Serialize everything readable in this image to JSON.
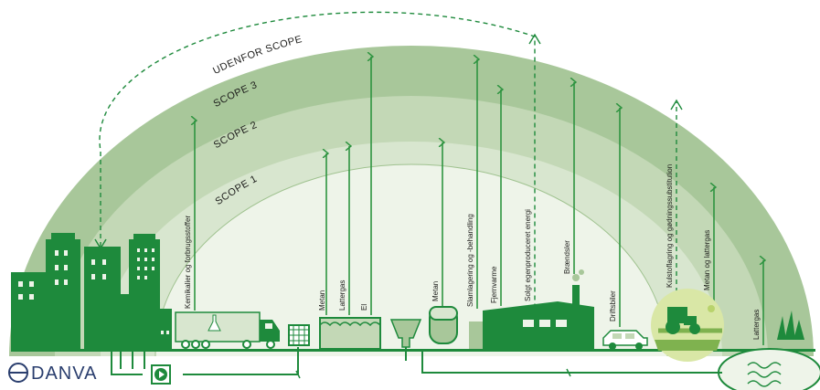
{
  "scopes": {
    "outside": "UDENFOR SCOPE",
    "scope3": "SCOPE 3",
    "scope2": "SCOPE 2",
    "scope1": "SCOPE 1"
  },
  "labels": {
    "chemicals": "Kemikalier og forbrugsstoffer",
    "methane1": "Metan",
    "nitrous1": "Lattergas",
    "electricity": "El",
    "methane2": "Metan",
    "sludge": "Slamlagering og -behandling",
    "district_heating": "Fjernvarme",
    "sold_energy": "Solgt egenproduceret energi",
    "fuels": "Brændsler",
    "vehicles": "Driftsbiler",
    "carbon": "Kulstoflagring og gødningssubstitution",
    "methane_nitrous": "Metan og lattergas",
    "nitrous2": "Lattergas"
  },
  "brand": "DANVA",
  "colors": {
    "scope_outer": "#a8c79a",
    "scope_3": "#c3d8b6",
    "scope_2": "#d8e6cf",
    "scope_1": "#eef4e9",
    "dark_green": "#1e8a3c",
    "arrow_green": "#2e9440",
    "brand_blue": "#2a3e6e"
  }
}
